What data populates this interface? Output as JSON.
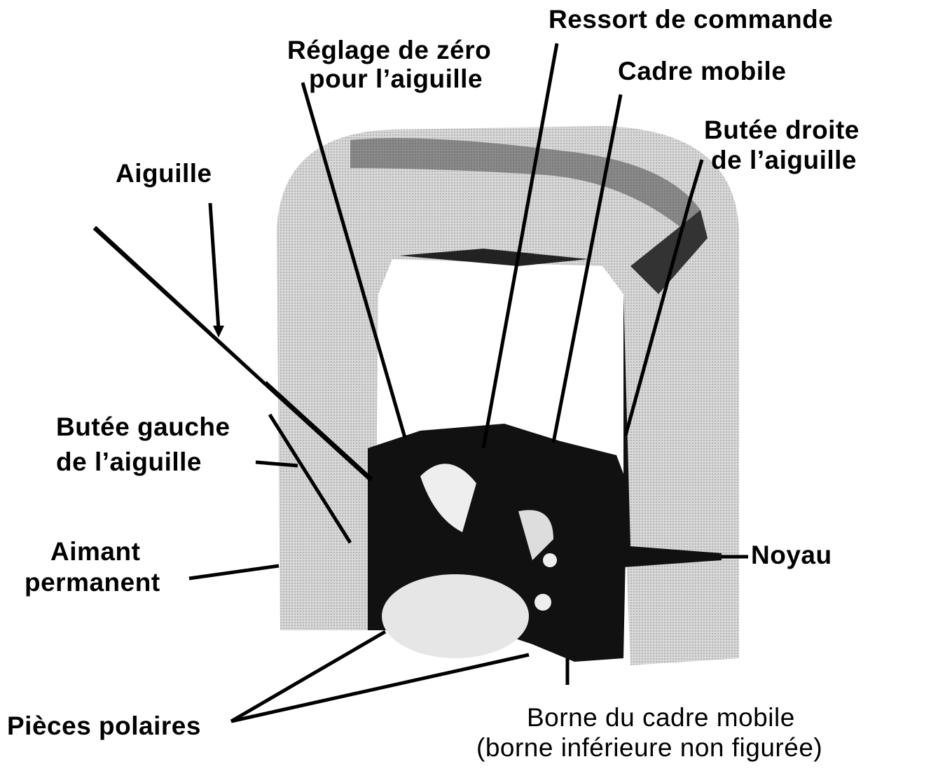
{
  "title": "Galvanomètre à cadre mobile",
  "labels": {
    "ressort": "Ressort de commande",
    "reglage_1": "Réglage de zéro",
    "reglage_2": "pour l’aiguille",
    "cadre": "Cadre mobile",
    "butee_droite_1": "Butée droite",
    "butee_droite_2": "de l’aiguille",
    "aiguille": "Aiguille",
    "butee_gauche_1": "Butée gauche",
    "butee_gauche_2": "de l’aiguille",
    "aimant_1": "Aimant",
    "aimant_2": "permanent",
    "noyau": "Noyau",
    "pieces": "Pièces polaires",
    "borne_1": "Borne du cadre mobile",
    "borne_2": "(borne inférieure non figurée)"
  }
}
